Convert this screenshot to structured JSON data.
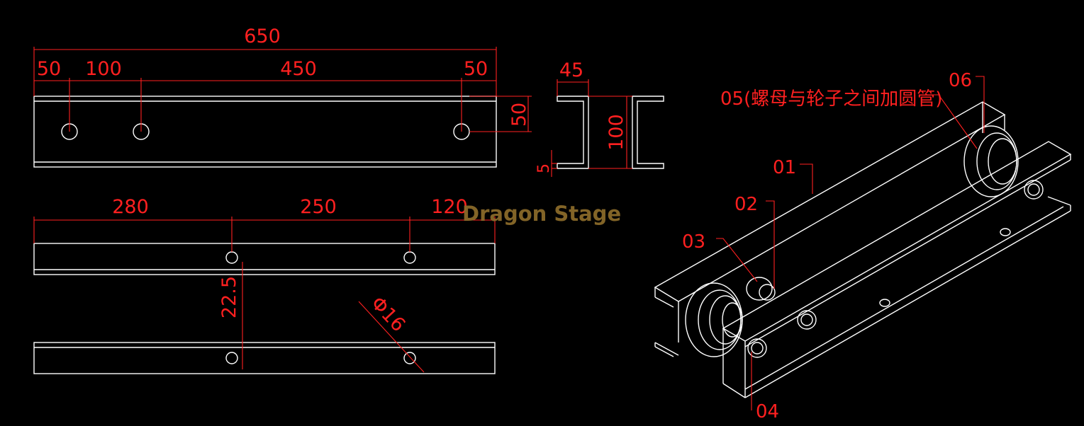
{
  "top_view": {
    "overall": "650",
    "d1": "50",
    "d2": "100",
    "d3": "450",
    "d4": "50",
    "height": "50"
  },
  "section_view": {
    "flange": "45",
    "depth": "100",
    "thickness": "5"
  },
  "side_view": {
    "d1": "280",
    "d2": "250",
    "d3": "120",
    "offset": "22.5",
    "hole_dia": "Φ16"
  },
  "callouts": {
    "c01": "01",
    "c02": "02",
    "c03": "03",
    "c04": "04",
    "c05": "05(螺母与轮子之间加圆管)",
    "c06": "06"
  },
  "watermark": "Dragon Stage",
  "colors": {
    "background": "#000000",
    "line": "#ffffff",
    "dimension": "#ff2020",
    "watermark": "#8a6a2a"
  }
}
